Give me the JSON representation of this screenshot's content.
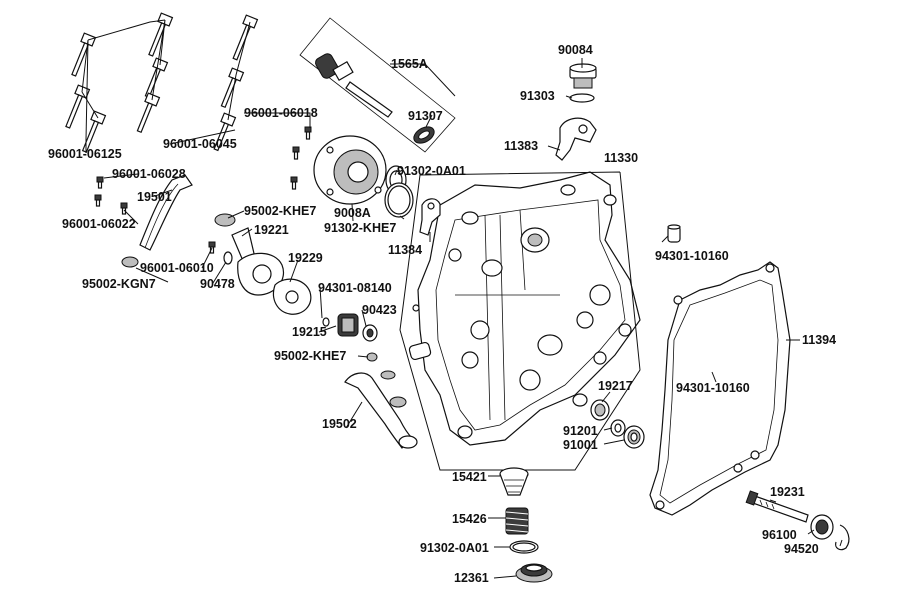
{
  "diagram": {
    "labels": {
      "p1565A": "1565A",
      "p91307": "91307",
      "p96001_06018": "96001-06018",
      "p96001_06045": "96001-06045",
      "p96001_06125": "96001-06125",
      "p96001_06028": "96001-06028",
      "p19501": "19501",
      "p96001_06022": "96001-06022",
      "p95002_KHE7_a": "95002-KHE7",
      "p19221": "19221",
      "p96001_06010": "96001-06010",
      "p95002_KGN7": "95002-KGN7",
      "p90478": "90478",
      "p19229": "19229",
      "p94301_08140": "94301-08140",
      "p90423": "90423",
      "p19215": "19215",
      "p95002_KHE7_b": "95002-KHE7",
      "p19502": "19502",
      "p91302_0A01_a": "91302-0A01",
      "p9008A": "9008A",
      "p91302_KHE7": "91302-KHE7",
      "p11384": "11384",
      "p90084": "90084",
      "p91303": "91303",
      "p11383": "11383",
      "p11330": "11330",
      "p94301_10160_a": "94301-10160",
      "p11394": "11394",
      "p94301_10160_b": "94301-10160",
      "p19217": "19217",
      "p91201": "91201",
      "p91001": "91001",
      "p15421": "15421",
      "p15426": "15426",
      "p91302_0A01_b": "91302-0A01",
      "p12361": "12361",
      "p19231": "19231",
      "p96100": "96100",
      "p94520": "94520"
    }
  }
}
